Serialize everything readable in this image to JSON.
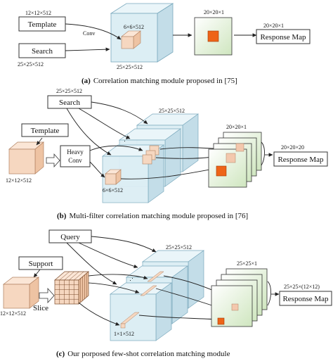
{
  "panel_a": {
    "template_dim": "12×12×512",
    "template": "Template",
    "conv": "Conv",
    "search": "Search",
    "search_dim": "25×25×512",
    "kernel_dim": "6×6×512",
    "volume_dim": "25×25×512",
    "map_dim": "20×20×1",
    "response_dim": "20×20×1",
    "response": "Response Map",
    "caption_tag": "(a)",
    "caption": "Correlation matching module proposed in [75]"
  },
  "panel_b": {
    "search_dim": "25×25×512",
    "search": "Search",
    "template": "Template",
    "heavy_conv_1": "Heavy",
    "heavy_conv_2": "Conv",
    "template_dim": "12×12×512",
    "volume_dim": "25×25×512",
    "kernel_dim": "6×6×512",
    "map_dim": "20×20×1",
    "response_dim": "20×20×20",
    "response": "Response Map",
    "caption_tag": "(b)",
    "caption": "Multi-filter correlation matching module proposed in [76]"
  },
  "panel_c": {
    "query": "Query",
    "support": "Support",
    "slice": "Slice",
    "support_dim": "12×12×512",
    "volume_dim": "25×25×512",
    "kernel_dim": "1×1×512",
    "map_dim": "25×25×1",
    "response_dim": "25×25×(12×12)",
    "response": "Response Map",
    "caption_tag": "(c)",
    "caption": "Our porposed few-shot correlation matching module"
  },
  "colors": {
    "volume_fill": "#dceef4",
    "volume_side": "#c3dde8",
    "kernel": "#f6d7c0",
    "map_fill": "#e3efd8",
    "active": "#ee6418"
  }
}
